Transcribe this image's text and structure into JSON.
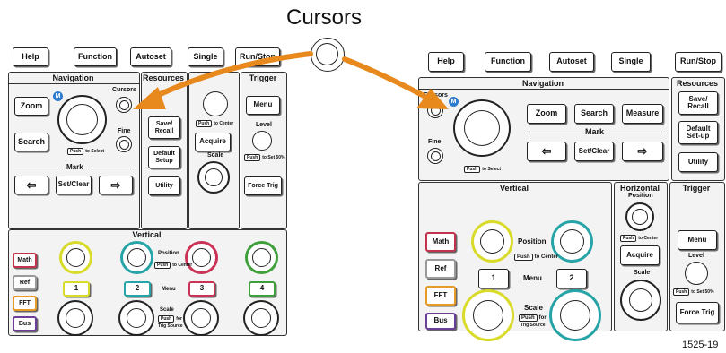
{
  "title": "Cursors",
  "figure_number": "1525-19",
  "colors": {
    "accent_arrow": "#E8891E",
    "math": "#C2344D",
    "ref": "#9A9A9A",
    "fft": "#E89A26",
    "bus": "#6A3F98",
    "ch1": "#D9DB2B",
    "ch2": "#27A4A7",
    "ch3": "#C93356",
    "ch4": "#3FA03B",
    "m_badge": "#2E7BD0"
  },
  "top_buttons": {
    "help": "Help",
    "function": "Function",
    "autoset": "Autoset",
    "single": "Single",
    "run_stop": "Run/Stop"
  },
  "sections": {
    "navigation": "Navigation",
    "resources": "Resources",
    "trigger": "Trigger",
    "vertical": "Vertical",
    "horizontal": "Horizontal"
  },
  "nav": {
    "zoom": "Zoom",
    "search": "Search",
    "measure": "Measure",
    "cursors": "Cursors",
    "fine": "Fine",
    "m_badge": "M",
    "push_to_select": "Push",
    "push_to_select_suffix": "to Select",
    "mark": "Mark",
    "left_arrow": "⇦",
    "right_arrow": "⇨",
    "set_clear": "Set/Clear"
  },
  "resources": {
    "save_recall": "Save/\nRecall",
    "default_setup_left": "Default\nSetup",
    "default_setup_right": "Default\nSet-up",
    "utility": "Utility"
  },
  "horizontal": {
    "position": "Position",
    "push_to_center": "Push",
    "push_to_center_suffix": "to Center",
    "acquire": "Acquire",
    "scale": "Scale"
  },
  "trigger": {
    "menu": "Menu",
    "level": "Level",
    "push_set_50": "Push",
    "push_set_50_suffix": "to Set 50%",
    "force_trig": "Force Trig"
  },
  "vertical": {
    "math": "Math",
    "ref": "Ref",
    "fft": "FFT",
    "bus": "Bus",
    "position": "Position",
    "push_to_center": "Push",
    "push_to_center_suffix": "to Center",
    "menu": "Menu",
    "scale": "Scale",
    "push_for": "Push",
    "push_for_suffix": "for",
    "trig_source": "Trig Source",
    "ch1": "1",
    "ch2": "2",
    "ch3": "3",
    "ch4": "4"
  }
}
